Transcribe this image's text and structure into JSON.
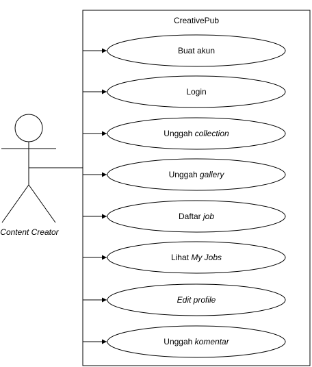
{
  "diagram": {
    "type": "use-case",
    "system_name": "CreativePub",
    "actor": {
      "name": "Content Creator"
    },
    "use_cases": [
      {
        "parts": [
          {
            "text": "Buat akun",
            "italic": false
          }
        ]
      },
      {
        "parts": [
          {
            "text": "Login",
            "italic": false
          }
        ]
      },
      {
        "parts": [
          {
            "text": "Unggah ",
            "italic": false
          },
          {
            "text": "collection",
            "italic": true
          }
        ]
      },
      {
        "parts": [
          {
            "text": "Unggah ",
            "italic": false
          },
          {
            "text": "gallery",
            "italic": true
          }
        ]
      },
      {
        "parts": [
          {
            "text": "Daftar ",
            "italic": false
          },
          {
            "text": "job",
            "italic": true
          }
        ]
      },
      {
        "parts": [
          {
            "text": "Lihat ",
            "italic": false
          },
          {
            "text": "My Jobs",
            "italic": true
          }
        ]
      },
      {
        "parts": [
          {
            "text": "Edit profile",
            "italic": true
          }
        ]
      },
      {
        "parts": [
          {
            "text": "Unggah ",
            "italic": false
          },
          {
            "text": "komentar",
            "italic": true
          }
        ]
      }
    ]
  }
}
